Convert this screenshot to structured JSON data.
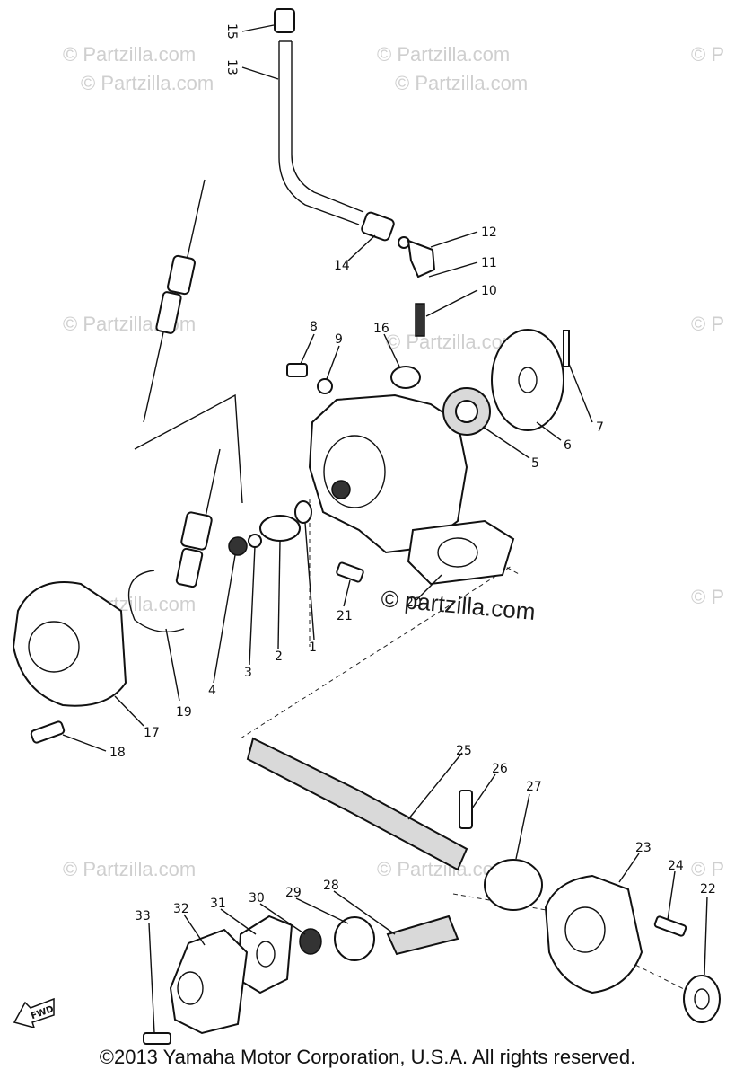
{
  "watermarks": {
    "site": "© Partzilla.com",
    "site_short": "© P",
    "center_mark": "© partzilla.com"
  },
  "labels": {
    "p1": "1",
    "p2": "2",
    "p3": "3",
    "p4": "4",
    "p5": "5",
    "p6": "6",
    "p7": "7",
    "p8": "8",
    "p9": "9",
    "p10": "10",
    "p11": "11",
    "p12": "12",
    "p13": "13",
    "p14": "14",
    "p15": "15",
    "p16": "16",
    "p17": "17",
    "p18": "18",
    "p19": "19",
    "p20": "20",
    "p21": "21",
    "p22": "22",
    "p23": "23",
    "p24": "24",
    "p25": "25",
    "p26": "26",
    "p27": "27",
    "p28": "28",
    "p29": "29",
    "p30": "30",
    "p31": "31",
    "p32": "32",
    "p33": "33"
  },
  "fwd_label": "FWD",
  "copyright": "©2013 Yamaha Motor Corporation, U.S.A. All rights reserved."
}
